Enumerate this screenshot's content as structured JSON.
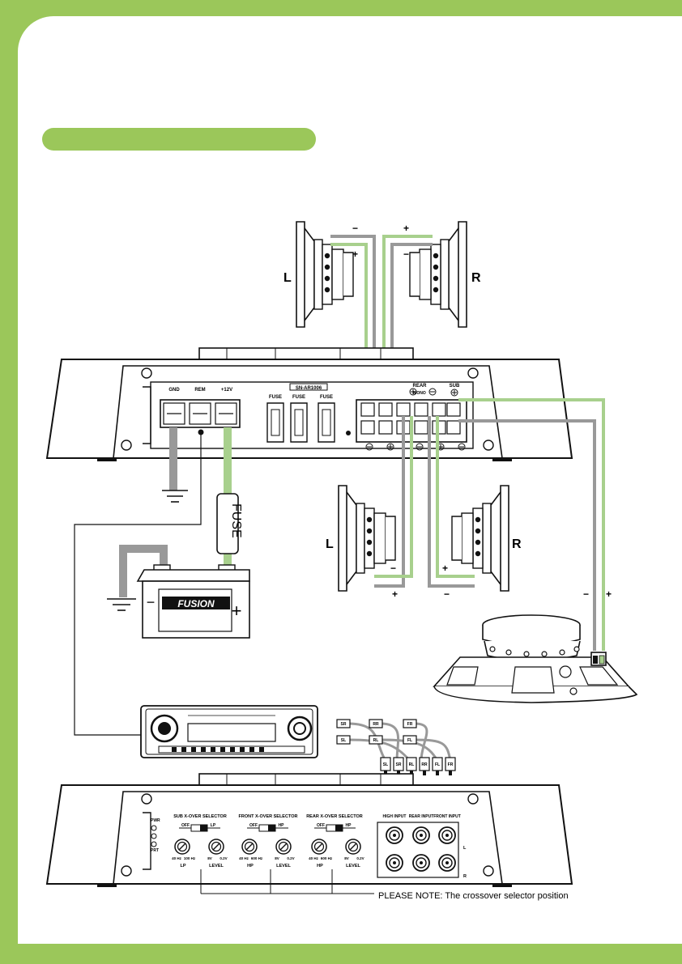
{
  "colors": {
    "accent": "#9bc75a",
    "wire_gray": "#999999",
    "wire_green": "#a8d08d",
    "line": "#1a1a1a"
  },
  "amp_top": {
    "model": "SN-AR1006",
    "power_labels": [
      "GND",
      "REM",
      "+12V"
    ],
    "fuse_labels": [
      "FUSE",
      "FUSE",
      "FUSE"
    ],
    "output_labels": [
      "REAR",
      "SUB"
    ],
    "mono_label": "MONO"
  },
  "battery": {
    "brand": "FUSION",
    "minus": "−",
    "plus": "+"
  },
  "inline_fuse": {
    "label": "FUSE"
  },
  "speakers": {
    "front_left": "L",
    "front_right": "R",
    "rear_left": "L",
    "rear_right": "R",
    "minus": "−",
    "plus": "+"
  },
  "rca_plugs": [
    "SR",
    "RR",
    "FR",
    "SL",
    "RL",
    "FL",
    "SL",
    "SR",
    "RL",
    "RR",
    "FL",
    "FR"
  ],
  "amp_bottom": {
    "indicators": [
      "PWR",
      "PRT"
    ],
    "selectors": [
      {
        "title": "SUB X-OVER SELECTOR",
        "off": "OFF",
        "mode": "LP",
        "freq_min": "40 Hz",
        "freq_max": "100 Hz",
        "knob1": "LP",
        "lvl_min": "8V",
        "lvl_max": "0.2V",
        "knob2": "LEVEL"
      },
      {
        "title": "FRONT X-OVER SELECTOR",
        "off": "OFF",
        "mode": "HP",
        "freq_min": "40 Hz",
        "freq_max": "600 Hz",
        "knob1": "HP",
        "lvl_min": "8V",
        "lvl_max": "0.2V",
        "knob2": "LEVEL"
      },
      {
        "title": "REAR X-OVER SELECTOR",
        "off": "OFF",
        "mode": "HP",
        "freq_min": "40 Hz",
        "freq_max": "600 Hz",
        "knob1": "HP",
        "lvl_min": "8V",
        "lvl_max": "0.2V",
        "knob2": "LEVEL"
      }
    ],
    "inputs": [
      "HIGH INPUT",
      "REAR INPUT",
      "FRONT INPUT"
    ],
    "side_labels": [
      "L",
      "R"
    ]
  },
  "note": "PLEASE NOTE: The crossover selector position"
}
